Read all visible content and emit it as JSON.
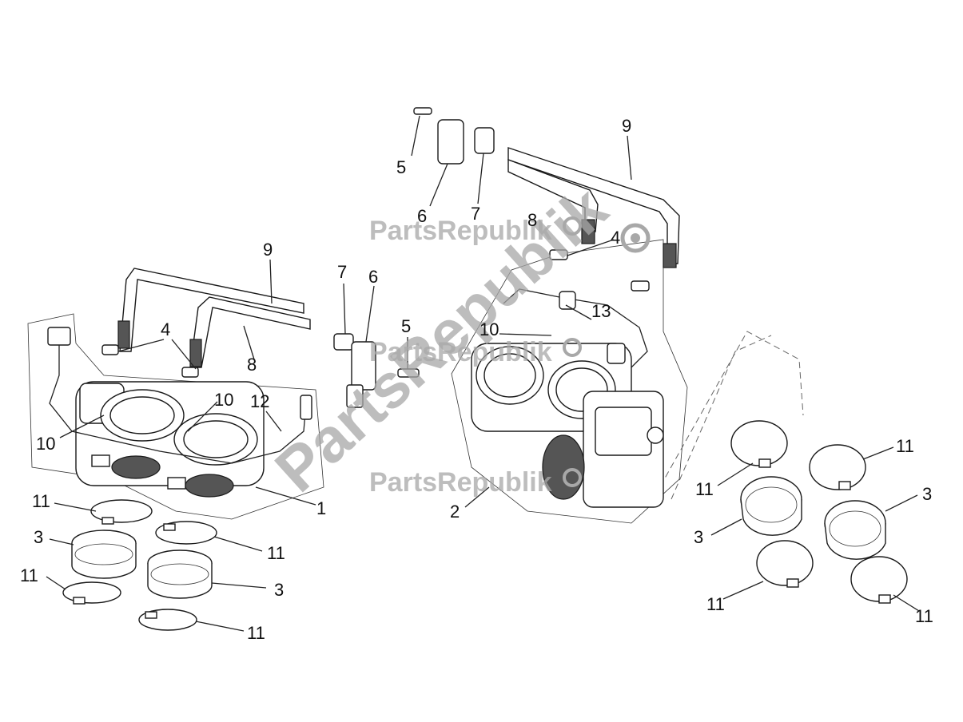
{
  "watermark": {
    "brand": "PartsRepublik",
    "diagonal": "PartsRepublik"
  },
  "callouts": {
    "c1": "1",
    "c2": "2",
    "c3a": "3",
    "c3b": "3",
    "c3c": "3",
    "c3d": "3",
    "c4a": "4",
    "c4b": "4",
    "c5a": "5",
    "c5b": "5",
    "c6a": "6",
    "c6b": "6",
    "c7a": "7",
    "c7b": "7",
    "c8a": "8",
    "c8b": "8",
    "c9a": "9",
    "c9b": "9",
    "c10a": "10",
    "c10b": "10",
    "c10c": "10",
    "c11a": "11",
    "c11b": "11",
    "c11c": "11",
    "c11d": "11",
    "c11e": "11",
    "c11f": "11",
    "c11g": "11",
    "c11h": "11",
    "c12": "12",
    "c13": "13"
  }
}
